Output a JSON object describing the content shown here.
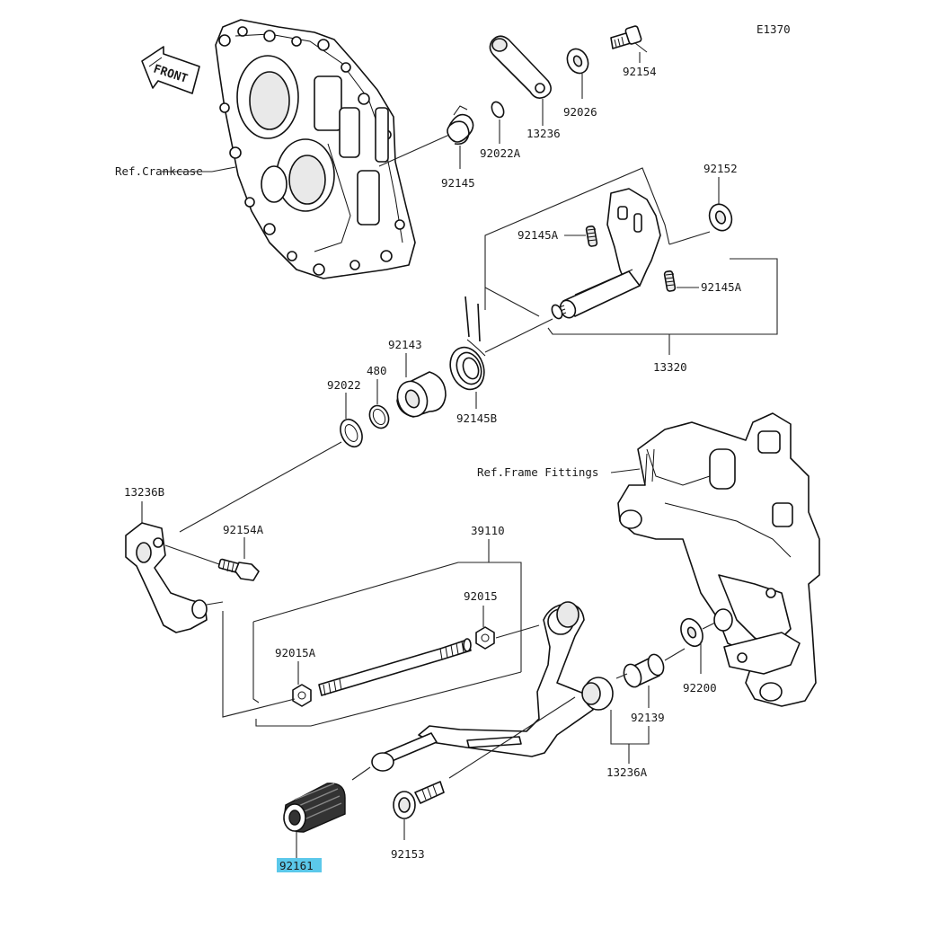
{
  "diagram_code": "E1370",
  "front_label": "FRONT",
  "references": {
    "crankcase": "Ref.Crankcase",
    "frame_fittings": "Ref.Frame Fittings"
  },
  "part_numbers": {
    "p92154": "92154",
    "p92026": "92026",
    "p13236": "13236",
    "p92022A": "92022A",
    "p92145": "92145",
    "p92152": "92152",
    "p92145A_left": "92145A",
    "p92145A_right": "92145A",
    "p13320": "13320",
    "p92143": "92143",
    "p480": "480",
    "p92022": "92022",
    "p92145B": "92145B",
    "p13236B": "13236B",
    "p92154A": "92154A",
    "p39110": "39110",
    "p92015": "92015",
    "p92015A": "92015A",
    "p92200": "92200",
    "p92139": "92139",
    "p13236A": "13236A",
    "p92153": "92153",
    "p92161": "92161"
  },
  "highlighted_part": "92161",
  "colors": {
    "highlight": "#5bc8ea",
    "line": "#222222",
    "background": "#ffffff"
  }
}
